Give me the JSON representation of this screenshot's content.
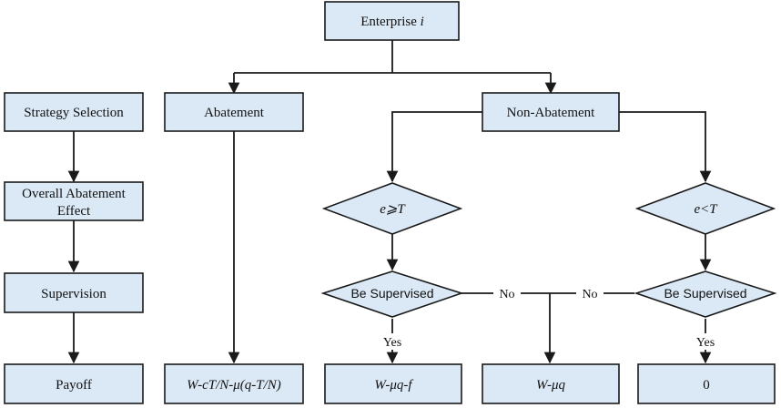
{
  "nodes": {
    "enterprise": {
      "text": "Enterprise ",
      "var": "i"
    },
    "strategy": "Strategy Selection",
    "overall_line1": "Overall Abatement",
    "overall_line2": "Effect",
    "supervision": "Supervision",
    "payoff": "Payoff",
    "abatement": "Abatement",
    "non_abatement": "Non-Abatement",
    "cond_ge": "e⩾T",
    "cond_lt": "e<T",
    "be_supervised_left": "Be Supervised",
    "be_supervised_right": "Be Supervised",
    "payoff_abatement": "W-cT/N-μ(q-T/N)",
    "payoff_yes_left": "W-μq-f",
    "payoff_no": "W-μq",
    "payoff_yes_right": "0"
  },
  "edge_labels": {
    "yes_left": "Yes",
    "no_left": "No",
    "no_right": "No",
    "yes_right": "Yes"
  },
  "colors": {
    "box_fill": "#dbe9f6",
    "stroke": "#1a1a1a"
  }
}
